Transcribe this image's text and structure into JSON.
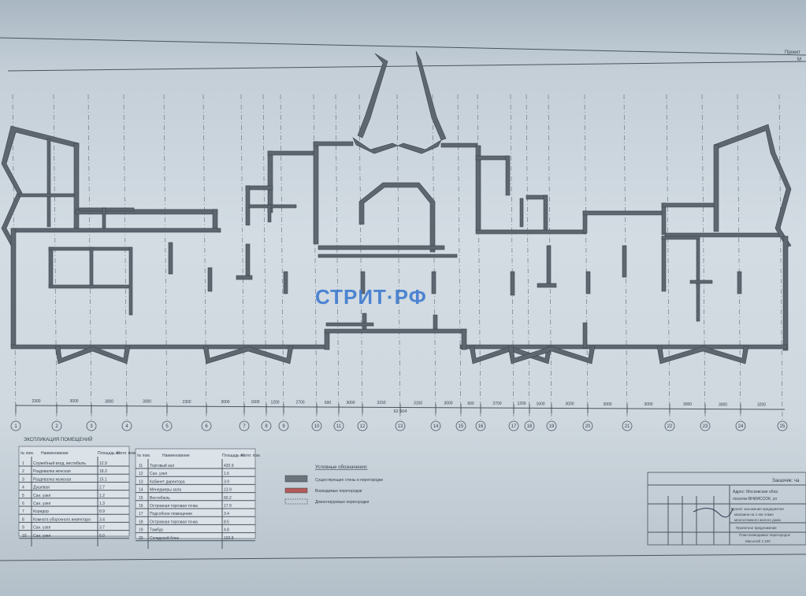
{
  "header": {
    "top_right_1": "Проект",
    "top_right_2": "М"
  },
  "dimension_line": {
    "segments": [
      "2300",
      "3000",
      "3000",
      "3000",
      "2300",
      "3000",
      "1600",
      "1200",
      "2700",
      "600",
      "3000",
      "3150",
      "3150",
      "3000",
      "600",
      "2700",
      "1200",
      "1600",
      "3000",
      "3000",
      "3000",
      "3000",
      "3000",
      "3200"
    ],
    "total": "62 504"
  },
  "axes": [
    "1",
    "2",
    "3",
    "4",
    "5",
    "6",
    "7",
    "8",
    "9",
    "10",
    "11",
    "12",
    "13",
    "14",
    "15",
    "16",
    "17",
    "18",
    "19",
    "20",
    "21",
    "22",
    "23",
    "24",
    "25"
  ],
  "explication": {
    "title": "ЭКСПЛИКАЦИЯ ПОМЕЩЕНИЙ",
    "headers": [
      "№ пом.",
      "Наименование",
      "Площадь м²",
      "Катег. пом."
    ],
    "rows_left": [
      [
        "1",
        "Служебный вход, вестибюль",
        "12.9"
      ],
      [
        "2",
        "Раздевалка женская",
        "18.3"
      ],
      [
        "3",
        "Раздевалка мужская",
        "15.1"
      ],
      [
        "4",
        "Душевая",
        "2.7"
      ],
      [
        "5",
        "Сан. узел",
        "1.2"
      ],
      [
        "6",
        "Сан. узел",
        "1.3"
      ],
      [
        "7",
        "Коридор",
        "8.9"
      ],
      [
        "8",
        "Комната уборочного инвентаря",
        "3.4"
      ],
      [
        "9",
        "Сан. узел",
        "3.7"
      ],
      [
        "10",
        "Сан. узел",
        "6.0"
      ]
    ],
    "rows_right": [
      [
        "11",
        "Торговый зал",
        "420.9"
      ],
      [
        "12",
        "Сан. узел",
        "1.6"
      ],
      [
        "13",
        "Кабинет директора",
        "3.9"
      ],
      [
        "14",
        "Менеджеры зала",
        "13.9"
      ],
      [
        "15",
        "Вестибюль",
        "60.2"
      ],
      [
        "16",
        "Островная торговая точка",
        "17.9"
      ],
      [
        "17",
        "Подсобное помещение",
        "3.4"
      ],
      [
        "18",
        "Островная торговая точка",
        "8.5"
      ],
      [
        "19",
        "Тамбур",
        "4.8"
      ],
      [
        "20",
        "Складской блок",
        "103.8"
      ]
    ]
  },
  "legend": {
    "title": "Условные обозначения:",
    "items": [
      "Существующие стены и перегородки",
      "Возводимые перегородки",
      "Демонтируемые перегородки"
    ]
  },
  "stamp": {
    "customer": "Заказчик: ча",
    "address": "Адрес: Московская обла",
    "address2": "поселок ВНИИССОК, ул",
    "project1": "Проект заложения предприятия",
    "project2": "магазина на 1-ом этаже",
    "project3": "многоэтажного жилого дома",
    "stage": "Проектное предложение",
    "sheet_name": "План возводимых перегородок",
    "scale": "Масштаб 1:100"
  },
  "watermark": {
    "text_a": "СТРИТ",
    "dot": "·",
    "text_b": "РФ"
  },
  "colors": {
    "existing": "#6b737b",
    "new": "#b35a5a",
    "demolished": "#c9cfd4",
    "watermark": "#3f7bd0"
  }
}
